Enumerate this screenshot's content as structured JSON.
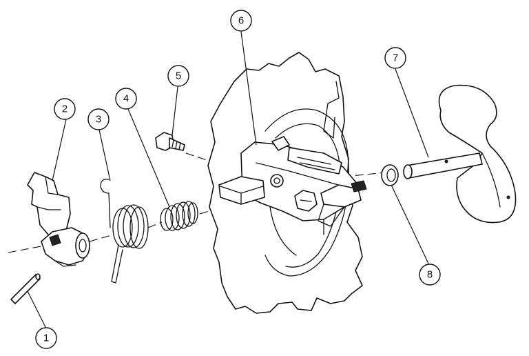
{
  "callouts": [
    {
      "id": "1",
      "label": "1"
    },
    {
      "id": "2",
      "label": "2"
    },
    {
      "id": "3",
      "label": "3"
    },
    {
      "id": "4",
      "label": "4"
    },
    {
      "id": "5",
      "label": "5"
    },
    {
      "id": "6",
      "label": "6"
    },
    {
      "id": "7",
      "label": "7"
    },
    {
      "id": "8",
      "label": "8"
    }
  ],
  "colors": {
    "line": "#111111",
    "background": "#ffffff"
  }
}
